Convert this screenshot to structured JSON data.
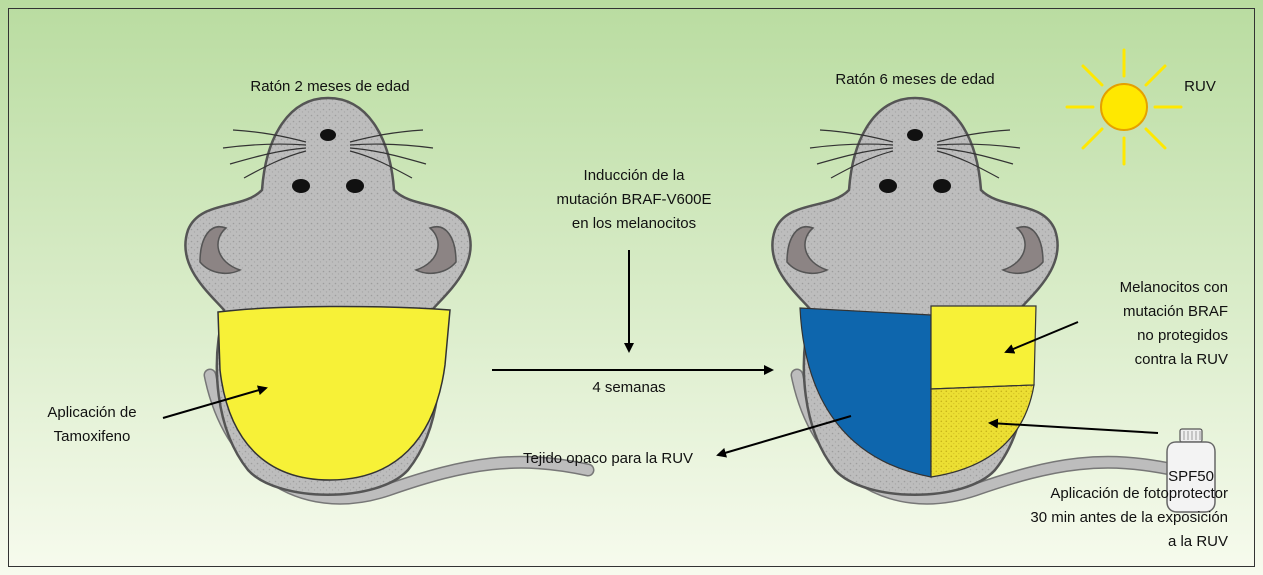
{
  "mouse_left": {
    "title": "Ratón 2 meses de edad",
    "applied_label": [
      "Aplicación de",
      "Tamoxifeno"
    ]
  },
  "mouse_right": {
    "title": "Ratón 6 meses de edad",
    "label_unprotected": [
      "Melanocitos  con",
      "mutación BRAF",
      "no protegidos",
      "contra la RUV"
    ],
    "label_opaque": "Tejido opaco para la RUV",
    "label_sunscreen": [
      "Aplicación de fotoprotector",
      "30 min antes de la exposición",
      "a la RUV"
    ]
  },
  "induction": {
    "text": [
      "Inducción de la",
      "mutación BRAF-V600E",
      "en los melanocitos"
    ],
    "duration": "4 semanas"
  },
  "sun": {
    "label": "RUV"
  },
  "bottle": {
    "label": "SPF50"
  },
  "colors": {
    "bg_top": "#b9dca0",
    "bg_bottom": "#f7fbee",
    "mouse_body": "#b9b9b9",
    "ear_inner": "#8c8484",
    "yellow": "#f7f137",
    "blue": "#0e66ad",
    "sun": "#ffe800"
  }
}
